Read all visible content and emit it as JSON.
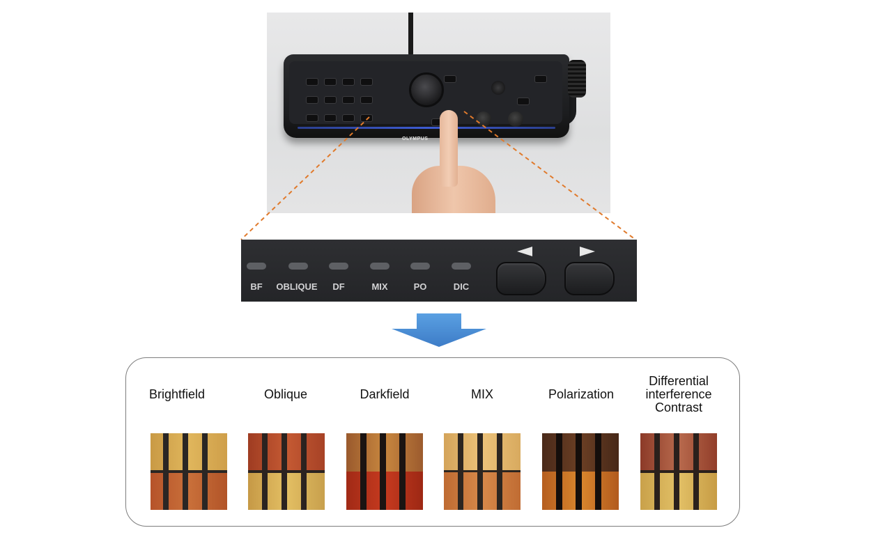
{
  "device": {
    "brand": "OLYMPUS"
  },
  "panel": {
    "indicators": [
      "BF",
      "OBLIQUE",
      "DF",
      "MIX",
      "PO",
      "DIC"
    ],
    "buttons": [
      "left-arrow-button",
      "right-arrow-button"
    ]
  },
  "colors": {
    "guide_line": "#e07a2c",
    "arrow_blue": "#4a8fd6",
    "panel_bg": "#2a2b2e",
    "box_border": "#7d7d7d"
  },
  "modes": [
    {
      "title": "Brightfield"
    },
    {
      "title": "Oblique"
    },
    {
      "title": "Darkfield"
    },
    {
      "title": "MIX"
    },
    {
      "title": "Polarization"
    },
    {
      "title": "Differential interference Contrast",
      "lines": [
        "Differential",
        "interference",
        "Contrast"
      ]
    }
  ]
}
